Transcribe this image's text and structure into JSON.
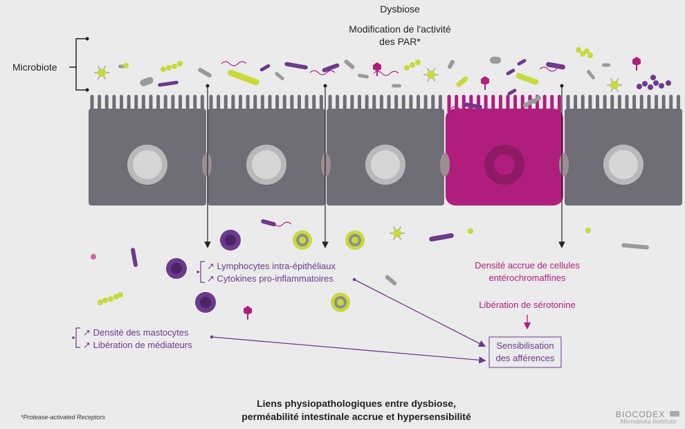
{
  "header": {
    "title": "Dysbiose",
    "subtitle_line1": "Modification de l'activité",
    "subtitle_line2": "des PAR*"
  },
  "microbiote_label": "Microbiote",
  "immune": {
    "line1": "↗ Lymphocytes intra-épithéliaux",
    "line2": "↗ Cytokines pro-inflammatoires"
  },
  "mast": {
    "line1": "↗ Densité des mastocytes",
    "line2": "↗ Libération de médiateurs"
  },
  "ec": {
    "line1": "Densité accrue de cellules",
    "line2": "entérochromaffines",
    "release": "Libération de sérotonine"
  },
  "sensibilisation": {
    "line1": "Sensibilisation",
    "line2": "des afférences"
  },
  "footer": {
    "title_line1": "Liens physiopathologiques entre dysbiose,",
    "title_line2": "perméabilité intestinale accrue et hypersensibilité",
    "footnote": "*Protease-activated Receptors"
  },
  "logo": {
    "brand": "BIOCODEX",
    "tagline": "Microbiota Institute"
  },
  "colors": {
    "background": "#ebebeb",
    "cell": "#6f6d75",
    "ec_cell": "#b01e7d",
    "purple": "#6b3a8c",
    "lime": "#c8d93a",
    "grey_bacteria": "#9a9a9a"
  }
}
